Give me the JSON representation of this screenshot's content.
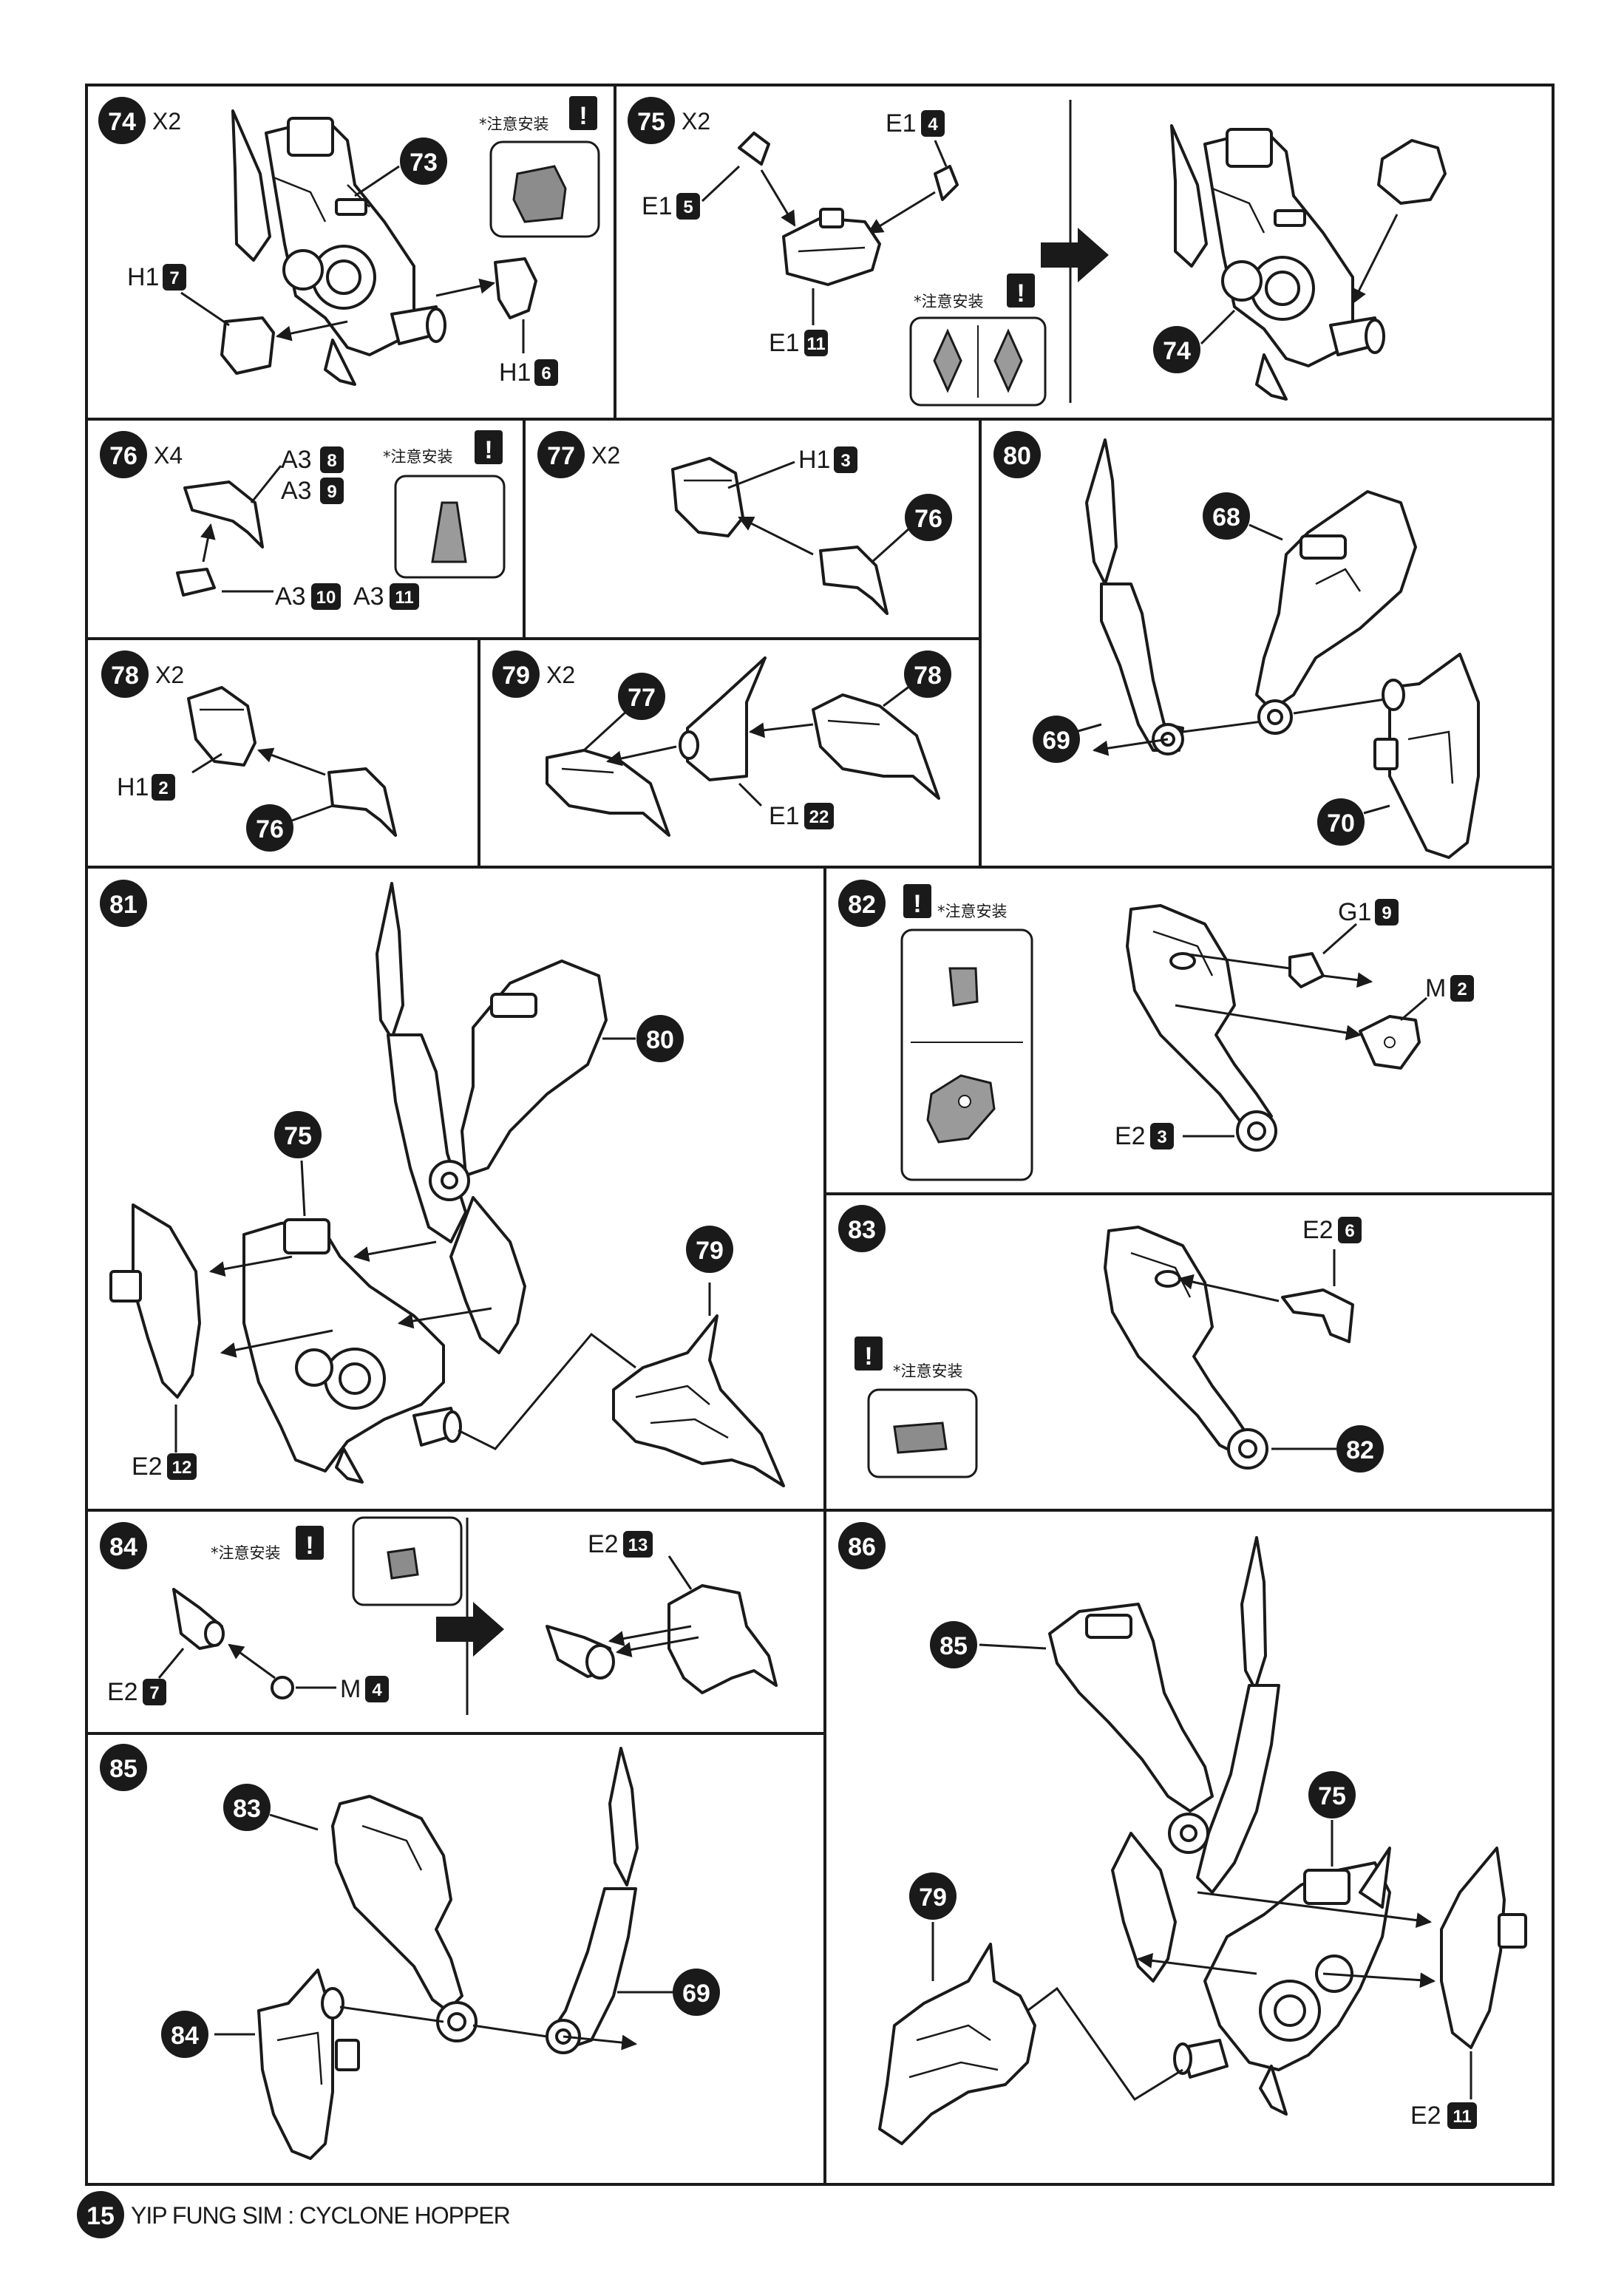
{
  "page": {
    "number": "15",
    "title": "YIP FUNG SIM : CYCLONE HOPPER"
  },
  "caution_text": "*注意安装",
  "steps": {
    "s74": {
      "num": "74",
      "qty": "X2",
      "callouts": [
        "73"
      ],
      "parts": [
        {
          "runner": "H1",
          "no": "7"
        },
        {
          "runner": "H1",
          "no": "6"
        }
      ]
    },
    "s75": {
      "num": "75",
      "qty": "X2",
      "callouts": [
        "74"
      ],
      "parts": [
        {
          "runner": "E1",
          "no": "5"
        },
        {
          "runner": "E1",
          "no": "4"
        },
        {
          "runner": "E1",
          "no": "11"
        }
      ]
    },
    "s76": {
      "num": "76",
      "qty": "X4",
      "parts": [
        {
          "runner": "A3",
          "no": "8"
        },
        {
          "runner": "A3",
          "no": "9"
        },
        {
          "runner": "A3",
          "no": "10"
        },
        {
          "runner": "A3",
          "no": "11"
        }
      ]
    },
    "s77": {
      "num": "77",
      "qty": "X2",
      "callouts": [
        "76"
      ],
      "parts": [
        {
          "runner": "H1",
          "no": "3"
        }
      ]
    },
    "s78": {
      "num": "78",
      "qty": "X2",
      "callouts": [
        "76"
      ],
      "parts": [
        {
          "runner": "H1",
          "no": "2"
        }
      ]
    },
    "s79": {
      "num": "79",
      "qty": "X2",
      "callouts": [
        "77",
        "78"
      ],
      "parts": [
        {
          "runner": "E1",
          "no": "22"
        }
      ]
    },
    "s80": {
      "num": "80",
      "callouts": [
        "68",
        "69",
        "70"
      ]
    },
    "s81": {
      "num": "81",
      "callouts": [
        "80",
        "75",
        "79"
      ],
      "parts": [
        {
          "runner": "E2",
          "no": "12"
        }
      ]
    },
    "s82": {
      "num": "82",
      "parts": [
        {
          "runner": "G1",
          "no": "9"
        },
        {
          "runner": "M",
          "no": "2"
        },
        {
          "runner": "E2",
          "no": "3"
        }
      ]
    },
    "s83": {
      "num": "83",
      "callouts": [
        "82"
      ],
      "parts": [
        {
          "runner": "E2",
          "no": "6"
        }
      ]
    },
    "s84": {
      "num": "84",
      "parts": [
        {
          "runner": "E2",
          "no": "13"
        },
        {
          "runner": "E2",
          "no": "7"
        },
        {
          "runner": "M",
          "no": "4"
        }
      ]
    },
    "s85": {
      "num": "85",
      "callouts": [
        "83",
        "69",
        "84"
      ]
    },
    "s86": {
      "num": "86",
      "callouts": [
        "85",
        "75",
        "79"
      ],
      "parts": [
        {
          "runner": "E2",
          "no": "11"
        }
      ]
    }
  }
}
